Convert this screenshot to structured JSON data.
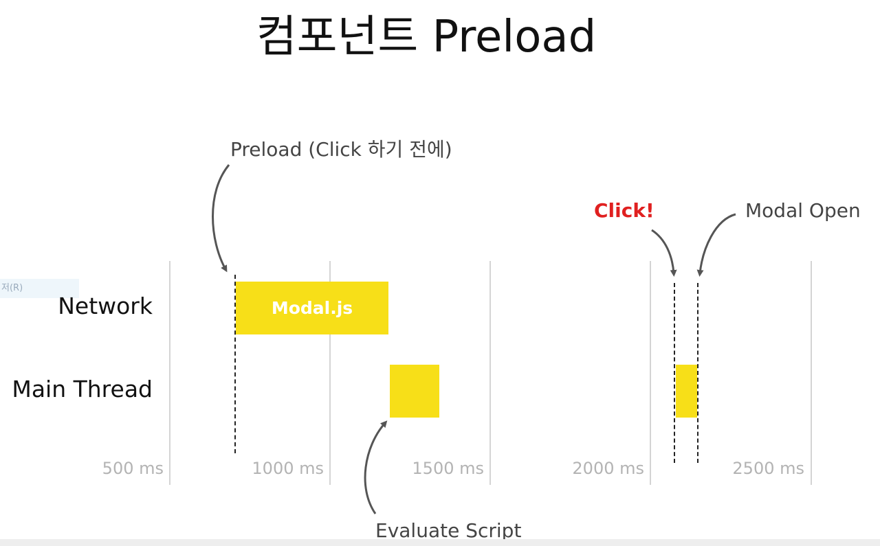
{
  "title": "컴포넌트 Preload",
  "annotations": {
    "preload": "Preload (Click 하기 전에)",
    "click": "Click!",
    "modal_open": "Modal Open",
    "evaluate": "Evaluate Script"
  },
  "rows": {
    "network": "Network",
    "main_thread": "Main Thread"
  },
  "bars": {
    "network_bar_label": "Modal.js"
  },
  "ticks": [
    "500 ms",
    "1000 ms",
    "1500 ms",
    "2000 ms",
    "2500 ms"
  ],
  "watermark": "저(R)",
  "colors": {
    "bar": "#f7df18",
    "click_text": "#e02020",
    "annotation_text": "#444444",
    "tick_text": "#b3b3b3"
  }
}
